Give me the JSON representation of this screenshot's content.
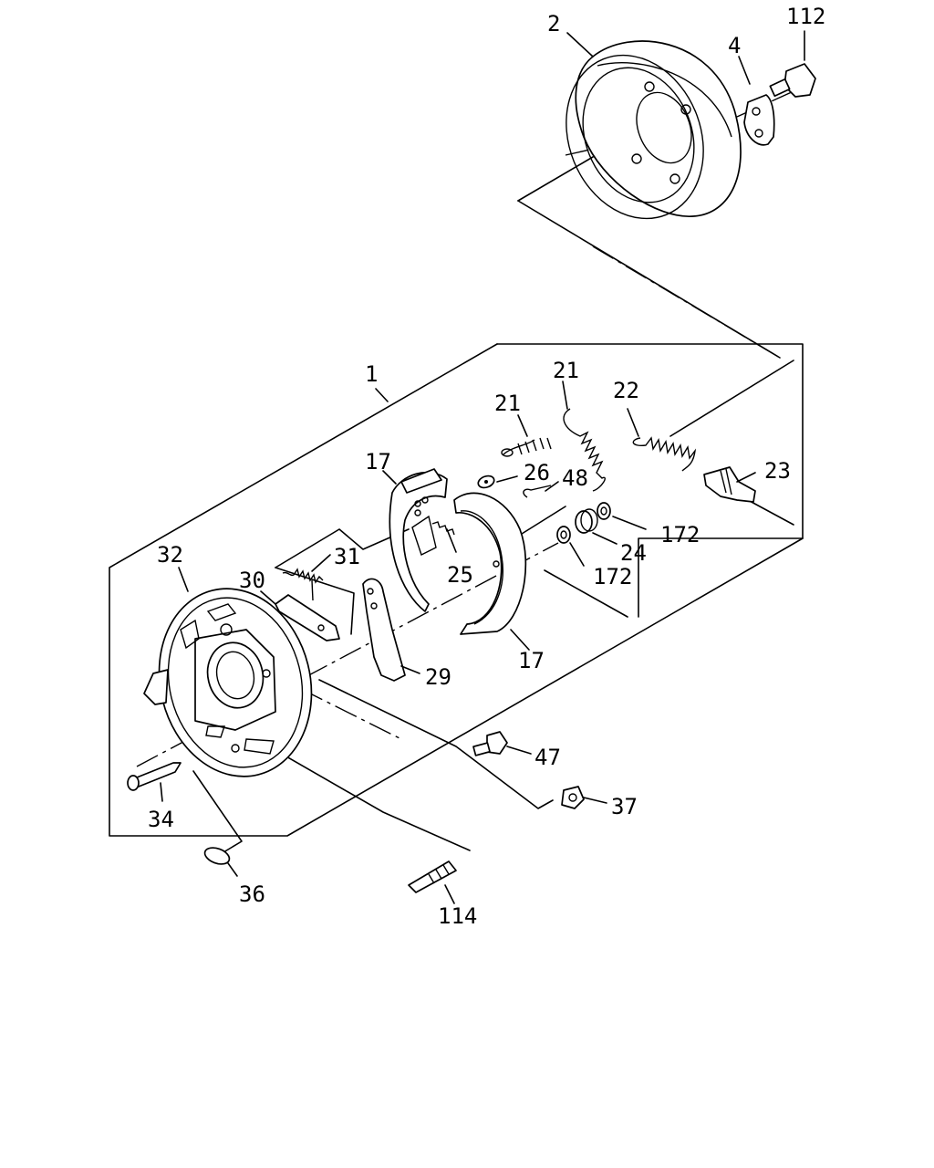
{
  "callouts": {
    "c1": "1",
    "c2": "2",
    "c4": "4",
    "c112": "112",
    "c21a": "21",
    "c21b": "21",
    "c22": "22",
    "c23": "23",
    "c17a": "17",
    "c17b": "17",
    "c26": "26",
    "c48": "48",
    "c172a": "172",
    "c172b": "172",
    "c24": "24",
    "c25": "25",
    "c31": "31",
    "c30": "30",
    "c32": "32",
    "c29": "29",
    "c47": "47",
    "c37": "37",
    "c34": "34",
    "c36": "36",
    "c114": "114"
  }
}
